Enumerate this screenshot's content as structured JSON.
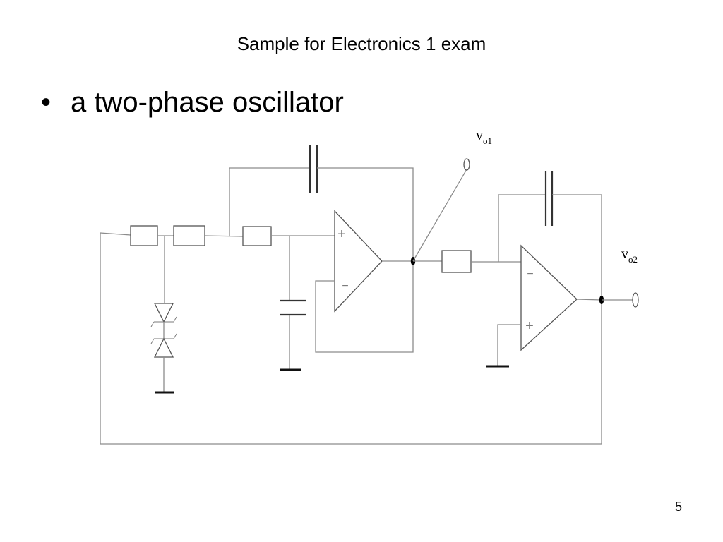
{
  "slide": {
    "title": "Sample for Electronics 1 exam",
    "bullet_marker": "•",
    "bullet": "a two-phase oscillator",
    "page_number": "5"
  },
  "diagram": {
    "labels": {
      "vo1": {
        "main": "v",
        "sub": "o1"
      },
      "vo2": {
        "main": "v",
        "sub": "o2"
      }
    },
    "op_amp_1": {
      "top_input": "+",
      "bottom_input": "−"
    },
    "op_amp_2": {
      "top_input": "−",
      "bottom_input": "+"
    }
  }
}
